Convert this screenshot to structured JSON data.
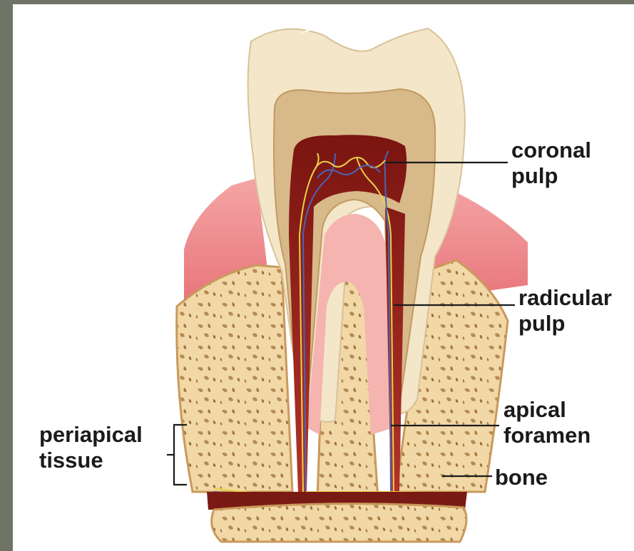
{
  "labels": {
    "coronal_pulp": [
      "coronal",
      "pulp"
    ],
    "radicular_pulp": [
      "radicular",
      "pulp"
    ],
    "apical_foramen": [
      "apical",
      "foramen"
    ],
    "bone": "bone",
    "periapical_tissue": [
      "periapical",
      "tissue"
    ]
  },
  "colors": {
    "frame": "#6f7466",
    "background": "#ffffff",
    "enamel": "#f4e6c8",
    "dentin": "#d8b98a",
    "pulp": "#8e1f18",
    "gum": "#f08a8e",
    "bone": "#f1d8a6",
    "leader": "#1a1a1a"
  }
}
